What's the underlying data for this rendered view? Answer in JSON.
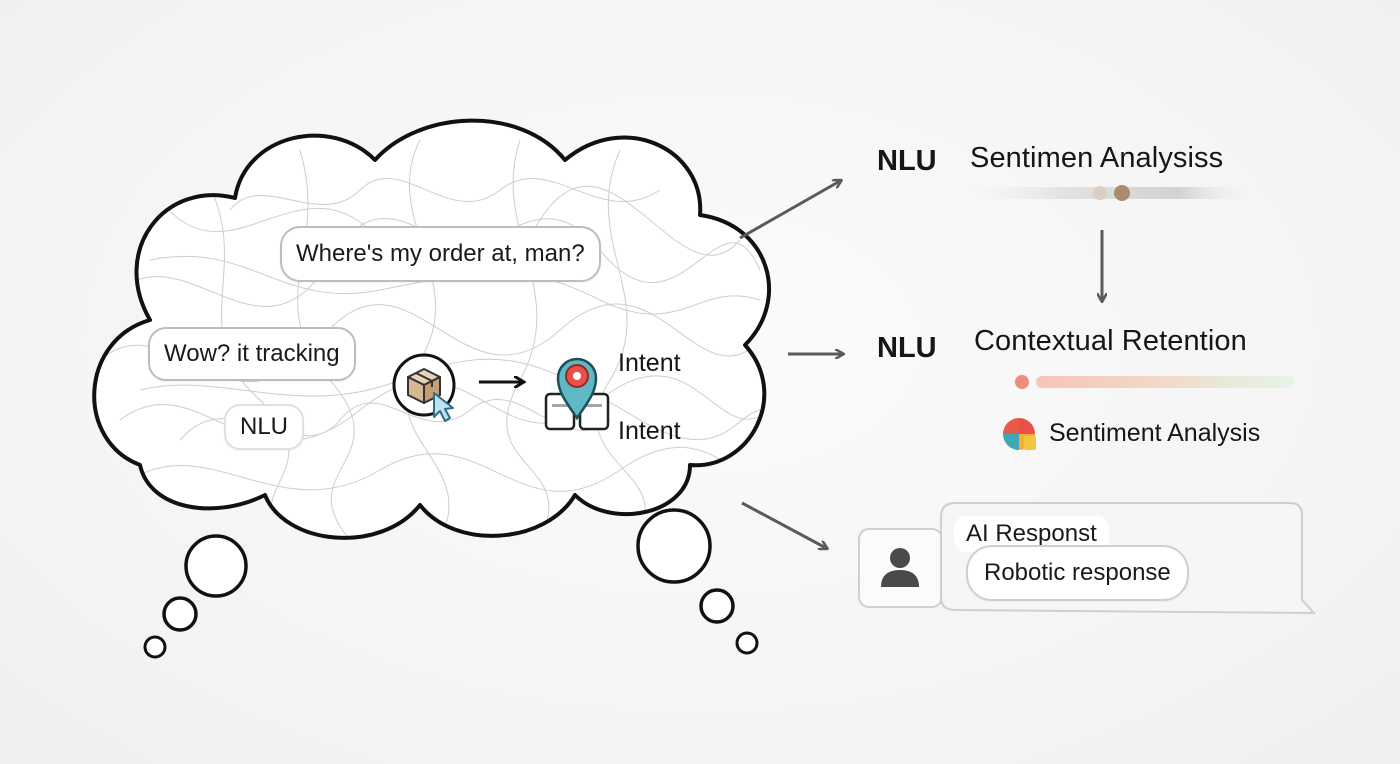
{
  "cloud": {
    "bubble_order": "Where's my order at, man?",
    "bubble_tracking": "Wow? it tracking",
    "bubble_nlu": "NLU",
    "intent_1": "Intent",
    "intent_2": "Intent",
    "icons": [
      "package-cursor-icon",
      "arrow-right-icon",
      "location-pin-boxes-icon"
    ]
  },
  "pipeline": {
    "row1": {
      "nlu": "NLU",
      "title": "Sentimen Analysiss"
    },
    "row2": {
      "nlu": "NLU",
      "title": "Contextual Retention"
    },
    "sentiment_legend": "Sentiment Analysis",
    "response_card": {
      "title": "AI Responst",
      "response": "Robotic response",
      "icon": "user-avatar-icon"
    }
  },
  "colors": {
    "outline": "#111111",
    "arrow": "#5a5a5a",
    "sentiment_dot_light": "#d9cfc6",
    "sentiment_dot_dark": "#a98b6e",
    "retention_dot": "#f08c7c",
    "retention_bar_start": "#f6c2b6",
    "retention_bar_end": "#cdebd0",
    "pin_red": "#e8504a",
    "pin_teal": "#5fb8c6"
  }
}
